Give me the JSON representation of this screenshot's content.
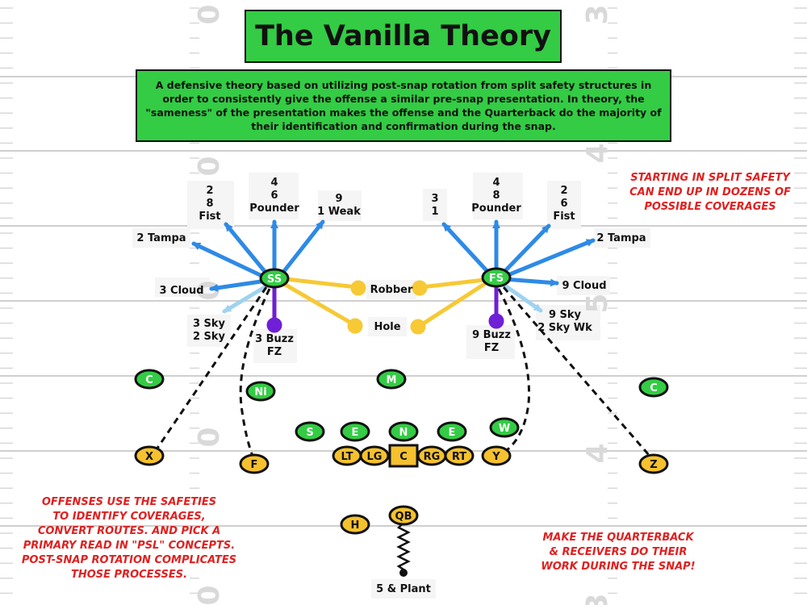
{
  "title": "The Vanilla Theory",
  "description": "A defensive theory based on utilizing post-snap rotation from split safety structures in order to consistently give the offense a similar pre-snap presentation. In theory, the \"sameness\" of the presentation makes the offense and the Quarterback do the majority of their identification and confirmation during the snap.",
  "notes": {
    "split_safety": "STARTING IN SPLIT SAFETY\nCAN END UP IN DOZENS OF\nPOSSIBLE COVERAGES",
    "offense": "OFFENSES USE THE SAFETIES\nTO IDENTIFY COVERAGES,\nCONVERT ROUTES. AND PICK A\nPRIMARY READ IN \"PSL\" CONCEPTS.\nPOST-SNAP ROTATION COMPLICATES\nTHOSE PROCESSES.",
    "qb": "MAKE THE QUARTERBACK\n& RECEIVERS DO THEIR\nWORK DURING THE SNAP!"
  },
  "field_numbers": [
    "0",
    "3",
    "0",
    "4",
    "0",
    "5",
    "0",
    "4",
    "0",
    "3"
  ],
  "safeties": {
    "ss": "SS",
    "fs": "FS"
  },
  "ss_labels": {
    "fist": "2\n8\nFist",
    "pounder": "4\n6\nPounder",
    "weak": "9\n1 Weak",
    "tampa": "2 Tampa",
    "cloud": "3 Cloud",
    "sky": "3 Sky\n2 Sky",
    "buzz": "3 Buzz\nFZ"
  },
  "fs_labels": {
    "three_one": "3\n1",
    "pounder": "4\n8\nPounder",
    "fist": "2\n6\nFist",
    "tampa": "2 Tampa",
    "cloud": "9 Cloud",
    "sky": "9 Sky\n2 Sky Wk",
    "buzz": "9 Buzz\nFZ"
  },
  "middle_labels": {
    "robber": "Robber",
    "hole": "Hole"
  },
  "defenders": {
    "c_left": "C",
    "ni": "Ni",
    "m": "M",
    "c_right": "C",
    "s": "S",
    "e_left": "E",
    "n": "N",
    "e_right": "E",
    "w": "W"
  },
  "offense": {
    "x": "X",
    "f": "F",
    "lt": "LT",
    "lg": "LG",
    "c": "C",
    "rg": "RG",
    "rt": "RT",
    "y": "Y",
    "z": "Z",
    "h": "H",
    "qb": "QB"
  },
  "qb_label": "5 & Plant",
  "colors": {
    "green": "#33cc44",
    "gold": "#f5c12e",
    "blue": "#2e8ae6",
    "light_blue": "#9ed3f0",
    "purple": "#6f1fd6",
    "yellow_line": "#f6c935",
    "red_text": "#e02020"
  }
}
